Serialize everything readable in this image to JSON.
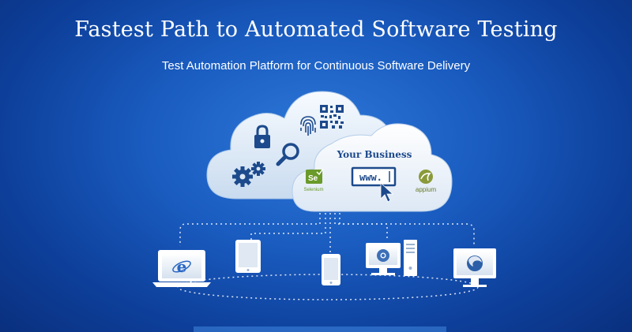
{
  "hero": {
    "title": "Fastest Path to Automated Software Testing",
    "subtitle": "Test Automation Platform for Continuous Software Delivery"
  },
  "cloud": {
    "business_label": "Your Business",
    "url_text": "www.",
    "selenium_badge": "Se",
    "selenium_label": "Selenium",
    "appium_label": "appium",
    "icons": [
      "lock-icon",
      "fingerprint-icon",
      "qr-code-icon",
      "gears-icon",
      "magnifier-icon"
    ]
  },
  "devices": [
    "laptop-ie",
    "tablet",
    "smartphone",
    "desktop-chrome",
    "monitor-firefox"
  ],
  "colors": {
    "background": "#1a5cc0",
    "icon_navy": "#1d4a8c",
    "selenium_green": "#6a9a2a",
    "appium_green": "#8a9a3a",
    "cloud_light": "#eef4fb"
  }
}
